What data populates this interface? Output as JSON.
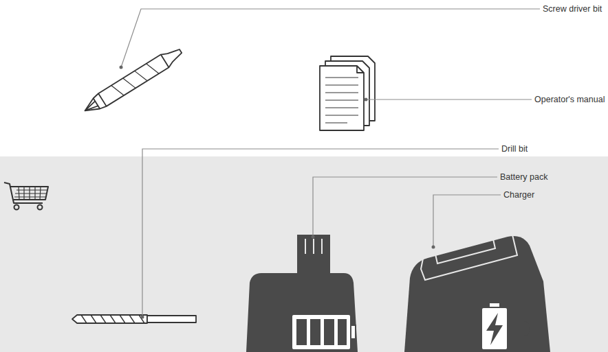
{
  "diagram": {
    "labels": [
      "Screw driver bit",
      "Operator's manual",
      "Drill bit",
      "Battery pack",
      "Charger"
    ]
  }
}
